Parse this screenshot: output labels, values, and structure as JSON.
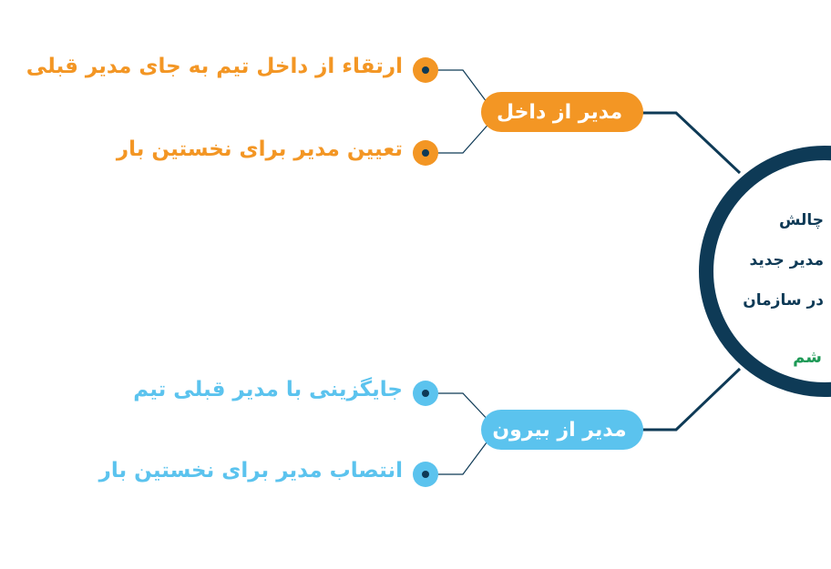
{
  "center": {
    "title_lines": [
      "چالش",
      "مدیر جدید",
      "در سازمان"
    ],
    "logo_text": "شم",
    "ring_color": "#0e3a56"
  },
  "branches": [
    {
      "label": "مدیر از داخل",
      "color": "#f39624",
      "items": [
        "ارتقاء از داخل تیم به جای مدیر قبلی",
        "تعیین مدیر برای نخستین بار"
      ]
    },
    {
      "label": "مدیر از بیرون",
      "color": "#5bc3ee",
      "items": [
        "جایگزینی با مدیر قبلی تیم",
        "انتصاب مدیر برای نخستین بار"
      ]
    }
  ],
  "colors": {
    "connector": "#0e3a56",
    "bullet_stroke": "#0e3a56"
  }
}
